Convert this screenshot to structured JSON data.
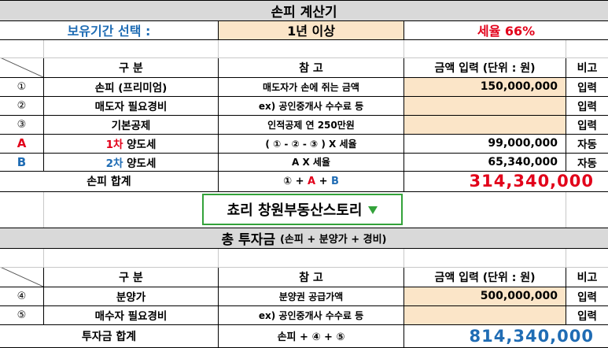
{
  "calc1": {
    "title": "손피 계산기",
    "period_label": "보유기간 선택 :",
    "period_value": "1년 이상",
    "tax_rate": "세율 66%",
    "headers": {
      "div": "구 분",
      "ref": "참 고",
      "amount": "금액 입력 (단위 : 원)",
      "note": "비고"
    },
    "rows": [
      {
        "no": "①",
        "label": "손피 (프리미엄)",
        "ref": "매도자가 손에 쥐는 금액",
        "amount": "150,000,000",
        "note": "입력"
      },
      {
        "no": "②",
        "label": "매도자 필요경비",
        "ref": "ex) 공인중개사 수수료 등",
        "amount": "",
        "note": "입력"
      },
      {
        "no": "③",
        "label": "기본공제",
        "ref": "인적공제 연 250만원",
        "amount": "",
        "note": "입력"
      },
      {
        "no": "A",
        "label_prefix": "1차",
        "label_suffix": " 양도세",
        "ref": "( ① - ② - ③ ) X 세율",
        "amount": "99,000,000",
        "note": "자동"
      },
      {
        "no": "B",
        "label_prefix": "2차",
        "label_suffix": " 양도세",
        "ref": "A X 세율",
        "amount": "65,340,000",
        "note": "자동"
      }
    ],
    "total": {
      "label": "손피 합계",
      "ref_a": "① + ",
      "ref_b": "A",
      "ref_c": " + ",
      "ref_d": "B",
      "amount": "314,340,000"
    }
  },
  "dropdown": {
    "label": "쵸리 창원부동산스토리"
  },
  "calc2": {
    "title": "총 투자금",
    "subtitle": "(손피 + 분양가 + 경비)",
    "headers": {
      "div": "구 분",
      "ref": "참 고",
      "amount": "금액 입력 (단위 : 원)",
      "note": "비고"
    },
    "rows": [
      {
        "no": "④",
        "label": "분양가",
        "ref": "분양권 공급가액",
        "amount": "500,000,000",
        "note": "입력"
      },
      {
        "no": "⑤",
        "label": "매수자 필요경비",
        "ref": "ex) 공인중개사 수수료 등",
        "amount": "",
        "note": "입력"
      }
    ],
    "total": {
      "label": "투자금 합계",
      "ref": "손피 + ④ + ⑤",
      "amount": "814,340,000"
    }
  },
  "colors": {
    "blue": "#1f6cb4",
    "red": "#e2001a",
    "tan": "#fbe5c8",
    "gray": "#d9d9d9",
    "green": "#33a23a"
  }
}
